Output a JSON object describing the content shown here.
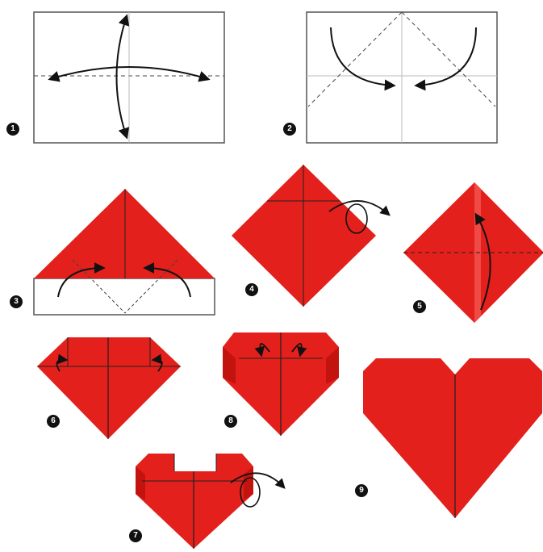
{
  "diagram": {
    "steps": [
      {
        "number": "1"
      },
      {
        "number": "2"
      },
      {
        "number": "3"
      },
      {
        "number": "4"
      },
      {
        "number": "5"
      },
      {
        "number": "6"
      },
      {
        "number": "7"
      },
      {
        "number": "8"
      },
      {
        "number": "9"
      }
    ]
  },
  "colors": {
    "paper_red": "#e3201b",
    "paper_dark": "#c3130f",
    "paper_light": "#ef4a44",
    "line": "#222222",
    "badge": "#111111"
  }
}
